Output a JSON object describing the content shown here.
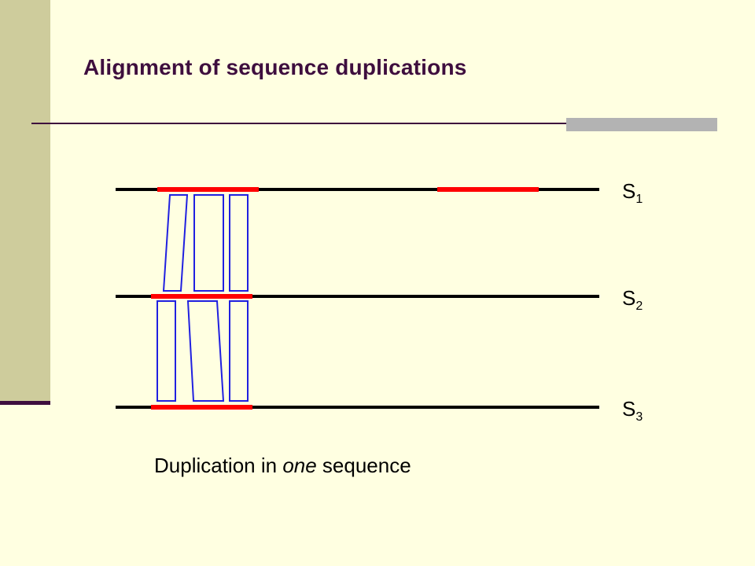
{
  "title": "Alignment of sequence duplications",
  "sequences": [
    {
      "letter": "S",
      "index": "1"
    },
    {
      "letter": "S",
      "index": "2"
    },
    {
      "letter": "S",
      "index": "3"
    }
  ],
  "caption": {
    "before": "Duplication in ",
    "emphasis": "one",
    "after": " sequence"
  },
  "colors": {
    "background": "#FFFFE1",
    "sidebar": "#CECC9C",
    "title": "#3E0E3E",
    "rule_accent": "#B3B3B3",
    "sequence_line": "#000000",
    "duplicated_segment": "#FF0000",
    "alignment_block": "#2020E0"
  }
}
